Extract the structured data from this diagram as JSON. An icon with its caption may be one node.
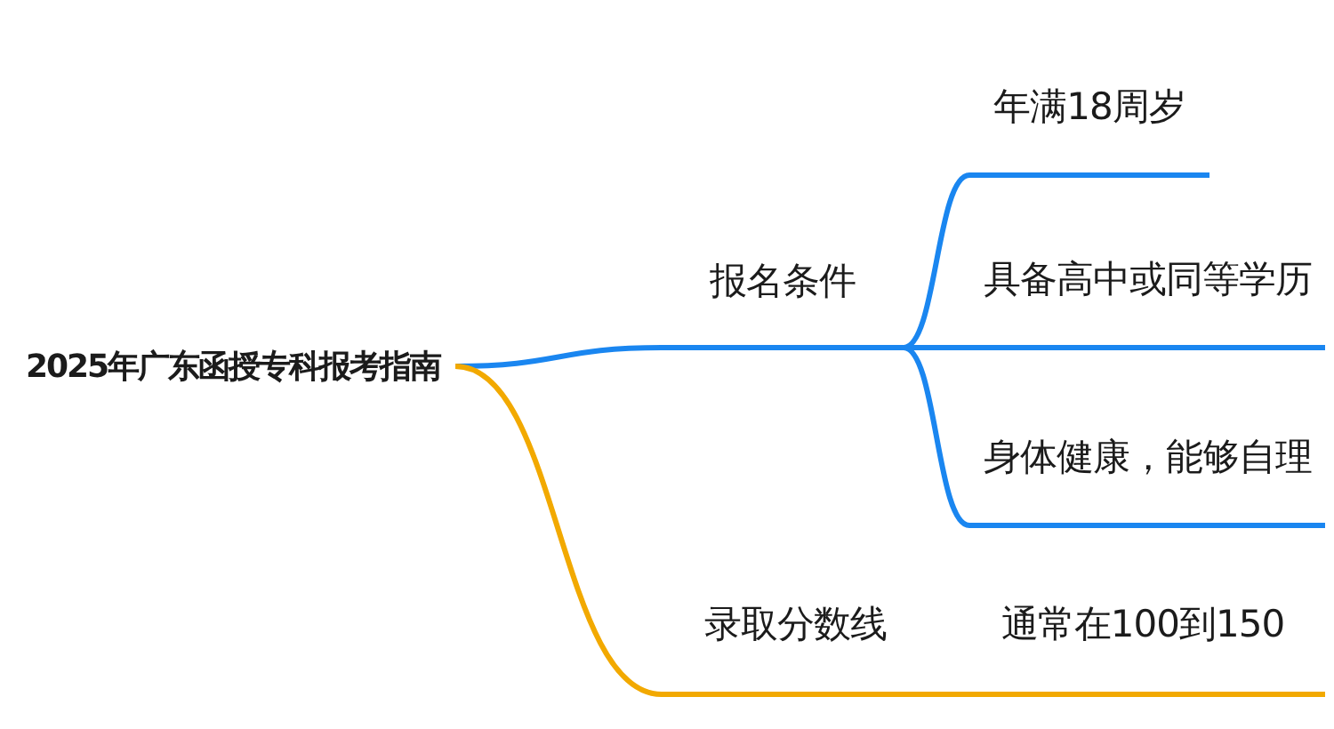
{
  "diagram": {
    "nodes": [
      {
        "text": [
          "2025年广东函授专科报考指南"
        ]
      },
      {
        "text": [
          "报名条件"
        ]
      },
      {
        "text": [
          "年满18周岁"
        ]
      },
      {
        "text": [
          "具备高中或同等学历"
        ]
      },
      {
        "text": [
          "身体健康，能够自理"
        ]
      },
      {
        "text": [
          "录取分数线"
        ]
      },
      {
        "text": [
          "通常在100到150"
        ]
      }
    ],
    "edges": [
      {
        "from": 0,
        "to": 1,
        "arrow": "none"
      },
      {
        "from": 1,
        "to": 2,
        "arrow": "none"
      },
      {
        "from": 1,
        "to": 3,
        "arrow": "none"
      },
      {
        "from": 1,
        "to": 4,
        "arrow": "none"
      },
      {
        "from": 0,
        "to": 5,
        "arrow": "none",
        "color": "#f2a900"
      },
      {
        "from": 5,
        "to": 6,
        "arrow": "none",
        "color": "#f2a900"
      }
    ]
  }
}
